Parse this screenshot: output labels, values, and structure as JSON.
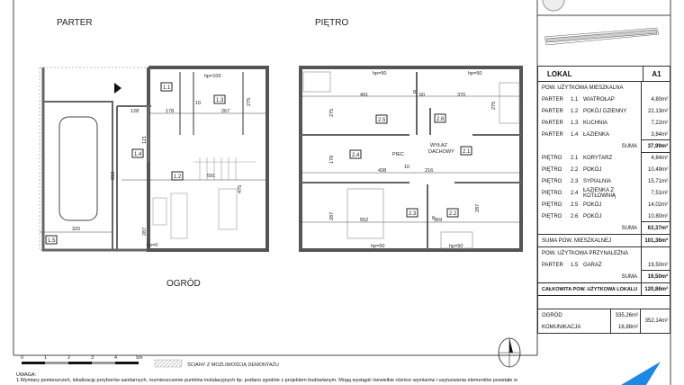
{
  "plans": {
    "parter_title": "PARTER",
    "pietro_title": "PIĘTRO",
    "ogrod_label": "OGRÓD",
    "parter_rooms": [
      "1.1",
      "1.2",
      "1.3",
      "1.4",
      "1.5"
    ],
    "parter_dims": {
      "d128": "128",
      "d178": "178",
      "d267": "267",
      "d10": "10",
      "d275": "275",
      "d121": "121",
      "d618": "618",
      "d591": "591",
      "d475": "475",
      "d287": "287",
      "d320": "320",
      "hp100": "hp=100",
      "hp0": "hp=0"
    },
    "pietro_rooms": [
      "2.1",
      "2.2",
      "2.3",
      "2.4",
      "2.5",
      "2.6"
    ],
    "pietro_dims": {
      "d491": "491",
      "d8": "8",
      "d60": "60",
      "d370": "370",
      "d275a": "275",
      "d275b": "275",
      "d178": "178",
      "d438": "438",
      "d10": "10",
      "d216": "216",
      "d287a": "287",
      "d287b": "287",
      "d552": "552",
      "d369": "369",
      "d8b": "8",
      "hp50": "hp=50",
      "piec": "PIEC",
      "wylaz": "WYŁAZ",
      "dachowy": "DACHOWY"
    }
  },
  "legend": {
    "scale_ticks": [
      "0",
      "1",
      "2",
      "3",
      "4",
      "5m"
    ],
    "demolition_label": "ŚCIANY Z MOŻLIWOŚCIĄ DEMONTAŻU"
  },
  "table": {
    "header": "LOKAL",
    "unit": "A1",
    "section1": "POW. UŻYTKOWA MIESZKALNA",
    "rows1": [
      {
        "floor": "PARTER",
        "no": "1.1",
        "name": "WIATROŁAP",
        "area": "4,80m²"
      },
      {
        "floor": "PARTER",
        "no": "1.2",
        "name": "POKÓJ DZIENNY",
        "area": "22,13m²"
      },
      {
        "floor": "PARTER",
        "no": "1.3",
        "name": "KUCHNIA",
        "area": "7,22m²"
      },
      {
        "floor": "PARTER",
        "no": "1.4",
        "name": "ŁAZIENKA",
        "area": "3,84m²"
      }
    ],
    "sum1_label": "SUMA",
    "sum1": "37,99m²",
    "rows2": [
      {
        "floor": "PIĘTRO",
        "no": "2.1",
        "name": "KORYTARZ",
        "area": "4,84m²"
      },
      {
        "floor": "PIĘTRO",
        "no": "2.2",
        "name": "POKÓJ",
        "area": "10,49m²"
      },
      {
        "floor": "PIĘTRO",
        "no": "2.3",
        "name": "SYPIALNIA",
        "area": "15,71m²"
      },
      {
        "floor": "PIĘTRO",
        "no": "2.4",
        "name": "ŁAZIENKA Z KOTŁOWNIĄ",
        "area": "7,51m²"
      },
      {
        "floor": "PIĘTRO",
        "no": "2.5",
        "name": "POKÓJ",
        "area": "14,02m²"
      },
      {
        "floor": "PIĘTRO",
        "no": "2.6",
        "name": "POKÓJ",
        "area": "10,80m²"
      }
    ],
    "sum2_label": "SUMA",
    "sum2": "63,37m²",
    "total_res_label": "SUMA POW. MIESZKALNEJ",
    "total_res": "101,36m²",
    "section2": "POW. UŻYTKOWA PRZYNALEŻNA",
    "rows3": [
      {
        "floor": "PARTER",
        "no": "1.5",
        "name": "GARAŻ",
        "area": "19,50m²"
      }
    ],
    "sum3_label": "SUMA",
    "sum3": "19,50m²",
    "grand_label": "CAŁKOWITA POW. UŻYTKOWA LOKALU",
    "grand": "120,86m²",
    "ogrod_label": "OGRÓD",
    "ogrod": "335,26m²",
    "komunikacja_label": "KOMUNIKACJA",
    "komunikacja": "16,88m²",
    "outdoor_total": "352,14m²"
  },
  "notes": {
    "title": "UWAGA:",
    "line1": "1.Wymiary pomieszczeń, lokalizację przyborów sanitarnych, rozmieszczenie punktów instalacyjnych itp. podano zgodnie z projektem budowlanym. Mogą wystąpić niewielkie różnice wymiarów i usytuowania elementów powstałe w"
  },
  "colors": {
    "wall": "#555555",
    "logo_blue": "#1e88e5"
  }
}
